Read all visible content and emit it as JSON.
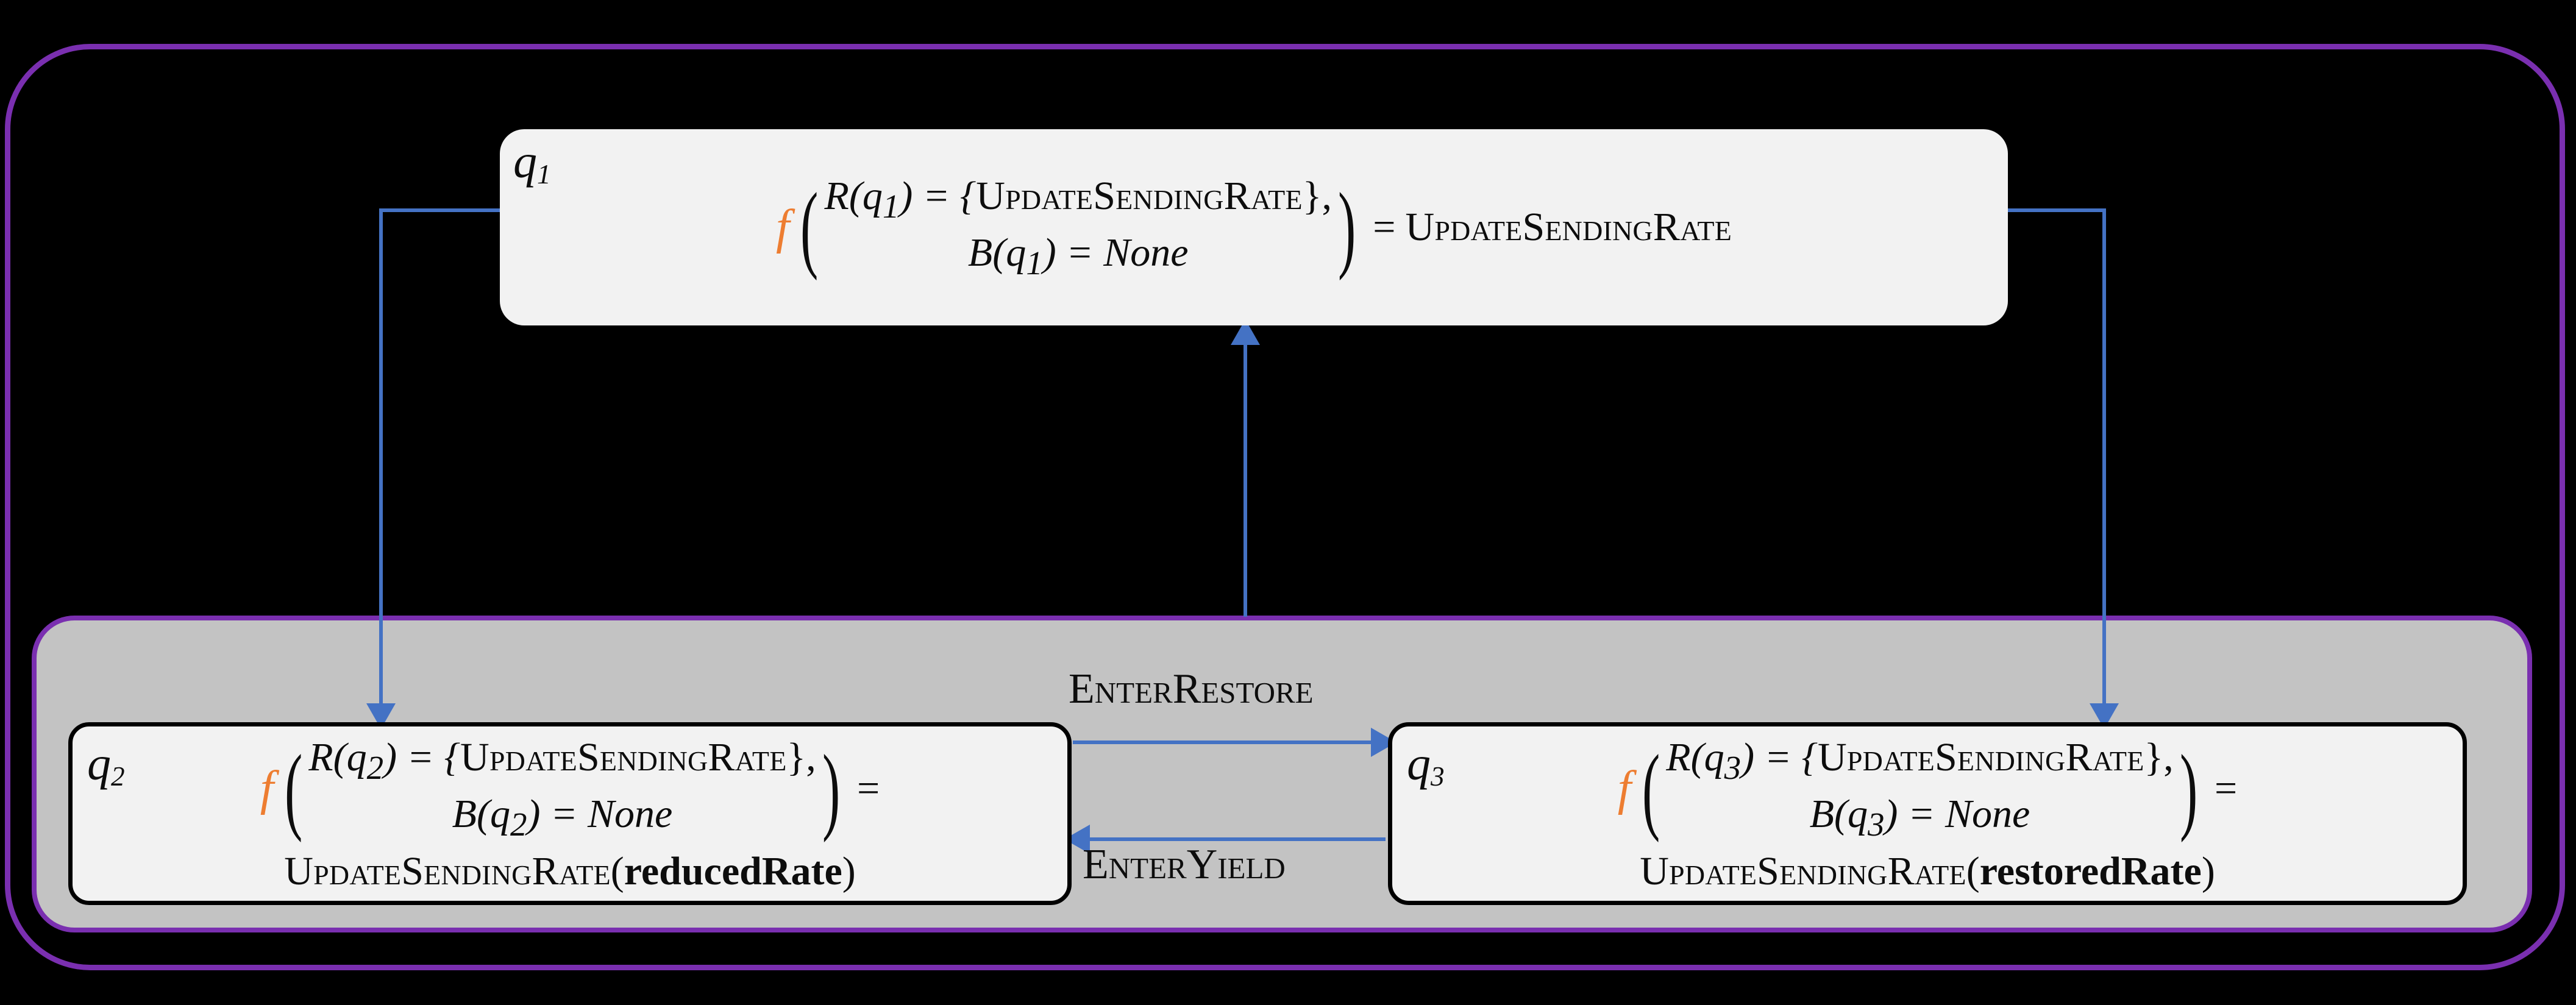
{
  "diagram": {
    "type": "state-machine",
    "background_color": "#000000",
    "outer_container": {
      "name": "outer-composite-state",
      "border_color": "#7A2FB0",
      "fill": "transparent"
    },
    "inner_container": {
      "name": "inner-composite-state",
      "border_color": "#7A2FB0",
      "fill": "#C3C3C3"
    },
    "accent_function_color": "#ED7D31",
    "arrow_color": "#4472C4",
    "state_fill": "#F2F2F2",
    "state_border": "#000000"
  },
  "states": {
    "q1": {
      "id_letter": "q",
      "id_sub": "1",
      "f": "f",
      "line1_prefix": "R(",
      "line1_var": "q",
      "line1_sub": "1",
      "line1_suffix": ") = {",
      "line1_action": "UpdateSendingRate",
      "line1_end": "},",
      "line2_prefix": "B(",
      "line2_var": "q",
      "line2_sub": "1",
      "line2_suffix": ") = ",
      "line2_value": "None",
      "equals": "=",
      "result": "UpdateSendingRate"
    },
    "q2": {
      "id_letter": "q",
      "id_sub": "2",
      "f": "f",
      "line1_prefix": "R(",
      "line1_var": "q",
      "line1_sub": "2",
      "line1_suffix": ") = {",
      "line1_action": "UpdateSendingRate",
      "line1_end": "},",
      "line2_prefix": "B(",
      "line2_var": "q",
      "line2_sub": "2",
      "line2_suffix": ") = ",
      "line2_value": "None",
      "equals": "=",
      "result_fn": "UpdateSendingRate",
      "result_open": "(",
      "result_arg": "reducedRate",
      "result_close": ")"
    },
    "q3": {
      "id_letter": "q",
      "id_sub": "3",
      "f": "f",
      "line1_prefix": "R(",
      "line1_var": "q",
      "line1_sub": "3",
      "line1_suffix": ") = {",
      "line1_action": "UpdateSendingRate",
      "line1_end": "},",
      "line2_prefix": "B(",
      "line2_var": "q",
      "line2_sub": "3",
      "line2_suffix": ") = ",
      "line2_value": "None",
      "equals": "=",
      "result_fn": "UpdateSendingRate",
      "result_open": "(",
      "result_arg": "restoredRate",
      "result_close": ")"
    }
  },
  "transitions": {
    "enter_restore": {
      "label": "EnterRestore",
      "from": "q2",
      "to": "q3",
      "direction": "right"
    },
    "enter_yield": {
      "label": "EnterYield",
      "from": "q3",
      "to": "q2",
      "direction": "left"
    },
    "q1_to_q2": {
      "label": "",
      "from": "q1",
      "to": "q2",
      "direction": "down-left"
    },
    "q1_to_q3": {
      "label": "",
      "from": "q1",
      "to": "q3",
      "direction": "down-right"
    },
    "group_to_q1": {
      "label": "",
      "from": "inner-composite-state",
      "to": "q1",
      "direction": "up"
    }
  }
}
